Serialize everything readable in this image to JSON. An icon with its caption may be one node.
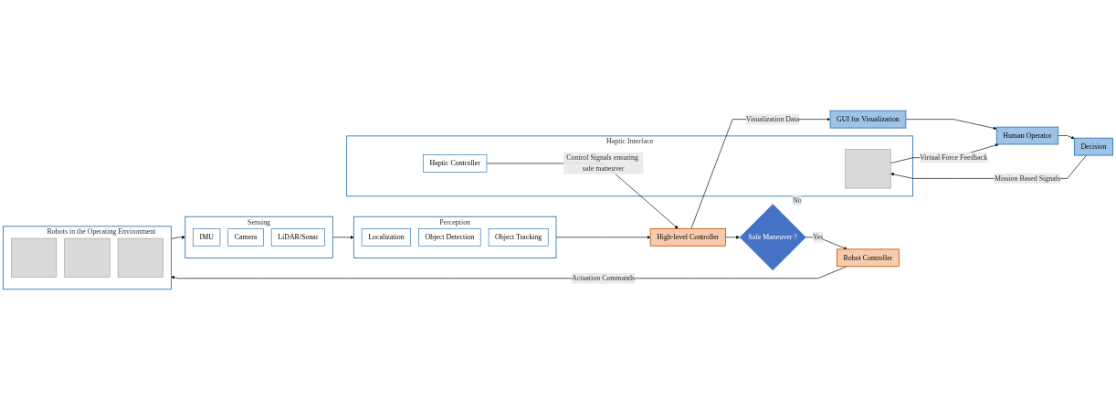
{
  "diagram": {
    "nodes": [
      {
        "text": [
          "Haptic Interface"
        ]
      },
      {
        "text": [],
        "shape": "box",
        "in": 0
      },
      {
        "text": [
          "Haptic Controller"
        ],
        "in": 0
      },
      {
        "text": [
          "Decision"
        ]
      },
      {
        "text": [
          "Human Operator"
        ]
      },
      {
        "text": [
          "GUI for Visualization"
        ]
      },
      {
        "text": [
          "Perception"
        ]
      },
      {
        "text": [
          "Localization"
        ],
        "in": 6
      },
      {
        "text": [
          "Object Detection"
        ],
        "in": 6
      },
      {
        "text": [
          "Object Tracking"
        ],
        "in": 6
      },
      {
        "text": [
          "Sensing"
        ]
      },
      {
        "text": [
          "IMU"
        ],
        "in": 10
      },
      {
        "text": [
          "Camera"
        ],
        "in": 10
      },
      {
        "text": [
          "LiDAR/Sonar"
        ],
        "in": 10
      },
      {
        "text": [
          "Robots in the Operating Environment"
        ]
      },
      {
        "text": [],
        "shape": "box",
        "in": 14
      },
      {
        "text": [],
        "shape": "box",
        "in": 14
      },
      {
        "text": [],
        "shape": "box",
        "in": 14
      },
      {
        "text": [
          "High-level Controller"
        ]
      },
      {
        "text": [
          "Safe Maneuver ?"
        ]
      },
      {
        "text": [
          "Robot Controller"
        ]
      }
    ],
    "edges": [
      {
        "from": 14,
        "to": 10,
        "arrow": "to"
      },
      {
        "from": 10,
        "to": 6,
        "arrow": "to"
      },
      {
        "from": 6,
        "to": 18,
        "arrow": "to"
      },
      {
        "from": 2,
        "to": 18,
        "arrow": "to",
        "label": "Control Signals ensuring safe maneuver"
      },
      {
        "from": 18,
        "to": 19,
        "arrow": "to"
      },
      {
        "from": 19,
        "to": 20,
        "arrow": "to",
        "label": "Yes"
      },
      {
        "from": 20,
        "to": 14,
        "arrow": "to",
        "label": "Actuation Commands"
      },
      {
        "from": 19,
        "to": 0,
        "arrow": "to",
        "label": "No"
      },
      {
        "from": 18,
        "to": 5,
        "arrow": "to",
        "label": "Visualization Data"
      },
      {
        "from": 5,
        "to": 4,
        "arrow": "to"
      },
      {
        "from": 4,
        "to": 3,
        "arrow": "to"
      },
      {
        "from": 3,
        "to": 1,
        "arrow": "to",
        "label": "Mission Based Signals"
      },
      {
        "from": 1,
        "to": 4,
        "arrow": "to",
        "label": "Virtual Force Feedback"
      }
    ]
  }
}
